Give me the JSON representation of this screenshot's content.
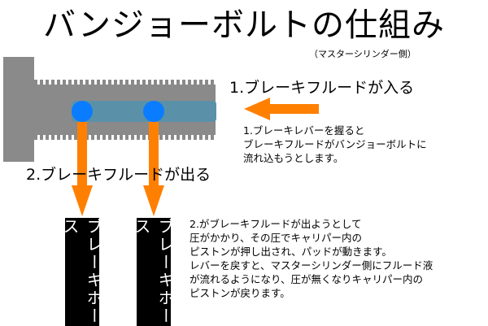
{
  "title": "バンジョーボルトの仕組み",
  "subtitle": "（マスターシリンダー側）",
  "inflow_label": "1.ブレーキフルードが入る",
  "outflow_label": "2.ブレーキフルードが出る",
  "note1": "1.ブレーキレバーを握ると\nブレーキフルードがバンジョーボルトに\n流れ込もうとします。",
  "note2": "2.がブレーキフルードが出ようとして\n圧がかかり、その圧でキャリパー内の\nピストンが押し出され、パッドが動きます。\nレバーを戻すと、マスターシリンダー側にフルード液\nが流れるようになり、圧が無くなりキャリパー内の\nピストンが戻ります。",
  "hoses": [
    "ブレーキホース",
    "ブレーキホース"
  ],
  "colors": {
    "bolt": "#8a8a8a",
    "channel": "#5b91a8",
    "port": "#0a7cff",
    "arrow": "#ff8000"
  }
}
